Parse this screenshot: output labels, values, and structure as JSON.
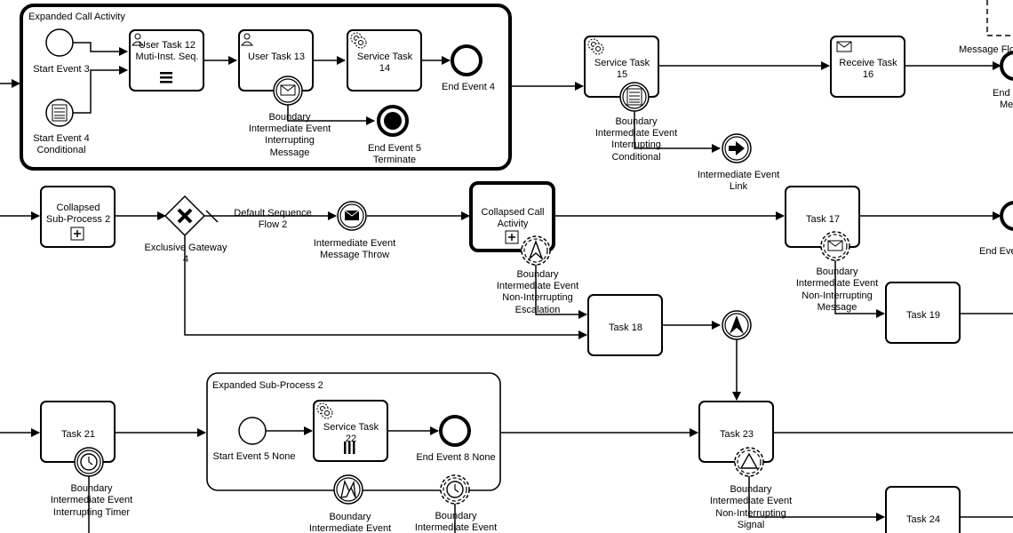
{
  "containers": {
    "expanded_call": "Expanded Call Activity",
    "expanded_sub2": "Expanded Sub-Process 2"
  },
  "tasks": {
    "user12": [
      "User Task 12",
      "Muti-Inst. Seq."
    ],
    "user13": [
      "User Task 13"
    ],
    "service14": [
      "Service Task",
      "14"
    ],
    "service15": [
      "Service Task",
      "15"
    ],
    "receive16": [
      "Receive Task",
      "16"
    ],
    "collapsed_sub2": [
      "Collapsed",
      "Sub-Process 2"
    ],
    "collapsed_call": [
      "Collapsed Call",
      "Activity"
    ],
    "task17": [
      "Task 17"
    ],
    "task18": [
      "Task 18"
    ],
    "task19": [
      "Task 19"
    ],
    "task21": [
      "Task 21"
    ],
    "service22": [
      "Service Task",
      "22"
    ],
    "task23": [
      "Task 23"
    ],
    "task24": [
      "Task 24"
    ]
  },
  "events": {
    "start3": [
      "Start Event 3"
    ],
    "start4": [
      "Start Event 4",
      "Conditional"
    ],
    "end4": [
      "End Event 4"
    ],
    "end5": [
      "End Event 5",
      "Terminate"
    ],
    "boundary_msg13": [
      "Boundary",
      "Intermediate Event",
      "Interrupting",
      "Message"
    ],
    "boundary_cond15": [
      "Boundary",
      "Intermediate Event",
      "Interrupting",
      "Conditional"
    ],
    "link": [
      "Intermediate Event",
      "Link"
    ],
    "msg_throw": [
      "Intermediate Event",
      "Message Throw"
    ],
    "gateway4": [
      "Exclusive Gateway",
      "4"
    ],
    "default_flow2": [
      "Default Sequence",
      "Flow 2"
    ],
    "boundary_esc": [
      "Boundary",
      "Intermediate Event",
      "Non-Interrupting",
      "Escalation"
    ],
    "boundary_msg17": [
      "Boundary",
      "Intermediate Event",
      "Non-Interrupting",
      "Message"
    ],
    "boundary_timer21": [
      "Boundary",
      "Intermediate Event",
      "Interrupting Timer"
    ],
    "start5": [
      "Start Event 5 None"
    ],
    "end8": [
      "End Event 8 None"
    ],
    "boundary_sub2a": [
      "Boundary",
      "Intermediate Event"
    ],
    "boundary_sub2b": [
      "Boundary",
      "Intermediate Event"
    ],
    "boundary_signal23": [
      "Boundary",
      "Intermediate Event",
      "Non-Interrupting",
      "Signal"
    ],
    "message_flow_cut": [
      "Message Flo"
    ],
    "end_msg_cut": [
      "End",
      "Me"
    ],
    "end_event_cut": [
      "End Eve"
    ]
  },
  "icons": {
    "user": "user-icon",
    "service": "gear-icon",
    "receive": "envelope-icon",
    "expand": "plus-marker-icon",
    "multi_seq": "sequential-marker-icon",
    "multi_par": "parallel-marker-icon"
  }
}
